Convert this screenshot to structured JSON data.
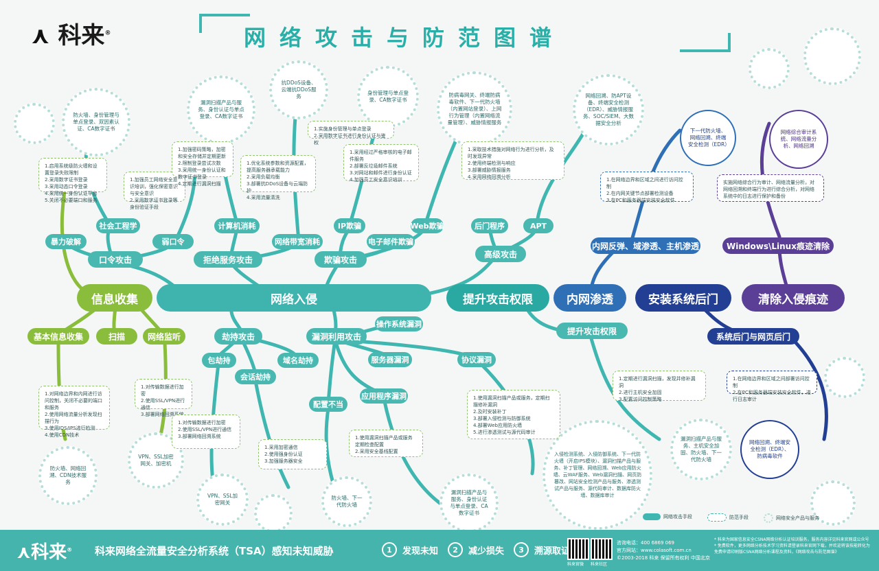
{
  "brand": {
    "name": "科来",
    "reg": "®"
  },
  "title": "网络攻击与防范图谱",
  "colors": {
    "green": "#8bbd3c",
    "teal": "#3fb7b0",
    "blue": "#2f6fb6",
    "navy": "#233f93",
    "purple": "#5b3f97",
    "footer": "#45b4ac"
  },
  "main": {
    "info": "信息收集",
    "intrusion": "网络入侵",
    "escalate": "提升攻击权限",
    "internal": "内网渗透",
    "backdoor": "安装系统后门",
    "cleanup": "清除入侵痕迹"
  },
  "branches": {
    "basic": "基本信息收集",
    "scan": "扫描",
    "monitor": "网络监听",
    "password_attack": "口令攻击",
    "social": "社会工程学",
    "brute": "暴力破解",
    "weak": "弱口令",
    "dos": "拒绝服务攻击",
    "comp_exhaust": "计算机消耗",
    "bandwidth": "网络带宽消耗",
    "deception": "欺骗攻击",
    "ip_spoof": "IP欺骗",
    "email_spoof": "电子邮件欺骗",
    "web_spoof": "Web欺骗",
    "advanced": "高级攻击",
    "backdoor_prog": "后门程序",
    "apt": "APT",
    "hijack": "劫持攻击",
    "packet_hijack": "包劫持",
    "session_hijack": "会话劫持",
    "domain_hijack": "域名劫持",
    "vuln": "漏洞利用攻击",
    "os_vuln": "操作系统漏洞",
    "svc_vuln": "服务器漏洞",
    "proto_vuln": "协议漏洞",
    "app_vuln": "应用程序漏洞",
    "misconfig": "配置不当",
    "escalate2": "提升攻击权限",
    "internal_detail": "内网反弹、域渗透、主机渗透",
    "sys_web_backdoor": "系统后门与网页后门",
    "os_trace": "Windows\\Linux痕迹清除"
  },
  "circles": {
    "c_social": "防火墙、身份管理与单点登录、双因素认证、CA数字证书",
    "c_vuln_scan": "漏洞扫描产品与服务、身份认证与单点登录、CA数字证书",
    "c_ddos": "抗DDoS设备、云端抗DDoS服务",
    "c_id": "身份管理与单点登录、CA数字证书",
    "c_fw": "防病毒网关、终端防病毒软件、下一代防火墙（内置网站登录）、上网行为管理（内置网络流量管理）、威胁情报服务",
    "c_apt": "网络回溯、防APT设备、终端安全检测（EDR）、威胁情报服务、SOC/SIEM、大数据安全分析",
    "c_ngfw": "下一代防火墙、网络回溯、终端安全检测（EDR）",
    "c_audit": "网络综合审计系统、网络流量分析、网络回溯",
    "c_vpn": "VPN、SSL加密网关、加密机",
    "c_fwcdn": "防火墙、网络回溯、CDN技术服务",
    "c_ssl": "VPN、SSL加密网关",
    "c_fw2": "防火墙、下一代防火墙",
    "c_scan2": "漏洞扫描产品与服务、身份认证与单点登录、CA数字证书",
    "c_ids": "入侵检测系统、入侵防御系统、下一代防火墙（开启IPS模块）、漏洞扫描产品与服务、补丁管理、网络回溯、Web应用防火墙、云WAF服务、Web漏洞扫描、网页防篡改、网站安全检测产品与服务、渗透测试产品与服务、源代码审计、数据库防火墙、数据库审计",
    "c_vuln3": "漏洞扫描产品与服务、主机安全加固、防火墙、下一代防火墙",
    "c_edr": "网络回溯、终端安全检测（EDR）、防病毒软件"
  },
  "boxes": {
    "b_info1": "1.启用系统级防火墙和设置登录失败限制\n2.采用数字证书登录\n3.采用动态口令登录\n4.采用统一身份认证平台\n5.关闭不必要端口和服务",
    "b_info2": "1.加强员工网络安全意识培训，强化保密意识与安全意识\n2.采用数字证书登录等身份验证手段",
    "b_dos": "1.加强密码策略，加密和安全存储并定期更新\n2.限制登录尝试次数\n3.采用统一身份认证和数字证书登录\n4.定期进行漏洞扫描",
    "b_dos2": "1.优化系统参数和资源配置，提高服务器承载能力\n2.采用负载均衡\n3.部署抗DDoS设备与云端防护\n4.采用流量清洗",
    "b_id": "1.实施身份管理与单点登录\n2.采用数字证书进行身份认证与鉴权",
    "b_mail": "1.采用经过严格审核的电子邮件服务\n2.部署反垃圾邮件系统\n3.对网站和邮件进行身份认证\n4.加强员工安全意识培训",
    "b_apt": "1.采取技术措施对网络行为进行分析，及时发现异常\n2.使用终端检测与响应\n3.部署威胁情报服务\n4.采用网络回溯分析",
    "b_internal": "1.在网络边界和区域之间进行访问控制\n2.在内网关键节点部署检测设备\n3.在PC和服务器端安装安全软件",
    "b_cleanup": "实施网络综合行为审计、网络流量分析，对网络回溯和终端行为进行综合分析，对网络系统中的日志进行保护和备份",
    "b_scan": "1.对网络边界和内网进行访问控制，关闭不必要的端口和服务\n2.使用网络流量分析发现扫描行为\n3.使用IDS/IPS进行检测\n4.使用CDN技术",
    "b_packet": "1.对传输数据进行加密\n2.使用SSL/VPN进行通信\n3.部署网络回溯系统",
    "b_session": "1.采用加密通信\n2.使用强身份认证\n3.加强服务器安全",
    "b_vuln": "1.使用漏洞扫描产品或服务，定期扫描修补漏洞\n2.及时安装补丁\n3.部署入侵检测与防御系统\n4.部署Web应用防火墙\n5.进行渗透测试与源代码审计",
    "b_misconf": "1.使用漏洞扫描产品或服务定期检查配置\n2.采用安全基线配置",
    "b_escalate": "1.定期进行漏洞扫描，发现并修补漏洞\n2.进行主机安全加固\n3.配置访问控制策略",
    "b_backdoor": "1.在网络边界和区域之间部署访问控制\n2.在PC和服务器端安装安全软件，进行日志审计"
  },
  "legend": {
    "attack": "网络攻击手段",
    "defense": "防范手段",
    "product": "网络安全产品与服务"
  },
  "footer": {
    "slogan": "科来网络全流量安全分析系统（TSA）感知未知威胁",
    "f1": "发现未知",
    "f2": "减少损失",
    "f3": "溯源取证",
    "n1": "1",
    "n2": "2",
    "n3": "3",
    "phone": "咨询电话：400 6869 069",
    "site": "官方网站：www.colasoft.com.cn",
    "copyright": "©2003-2018 科来 保留所有权利 中国北京",
    "qr1": "科来官微",
    "qr2": "科来社区",
    "note": "* 科来为国家信息安全CSNA网络分析认证培训服务，服务内容详见科来官网或公众号\n* 免费软件，更多网络分析技术学习资料请登录科来官网下载，并欢迎将该技能转化为免费申请印刷版CSNA网络分析课程及资料，《网络攻击与防范图谱》"
  }
}
